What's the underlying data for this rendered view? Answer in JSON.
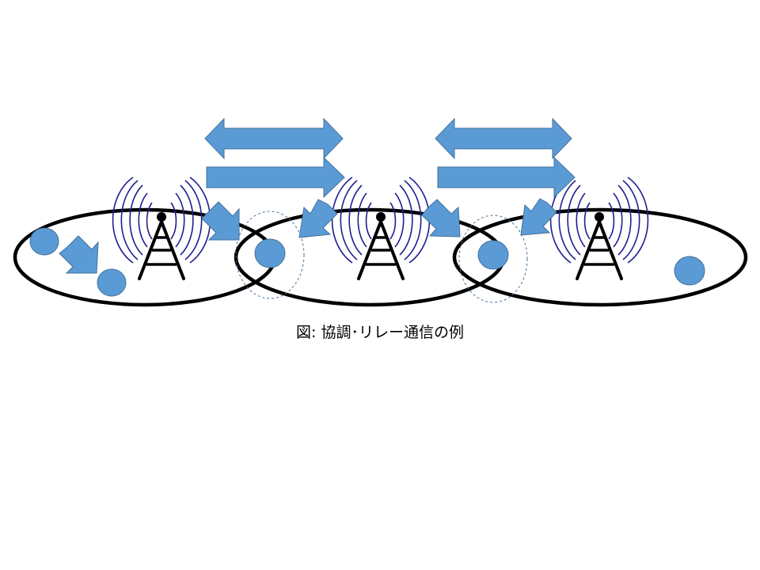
{
  "caption": "図: 協調･リレー通信の例",
  "colors": {
    "background": "#ffffff",
    "cell_outline": "#000000",
    "device_fill": "#5b9bd5",
    "device_stroke": "#41719c",
    "arrow_fill": "#5b9bd5",
    "arrow_stroke": "#41719c",
    "radio_wave": "#1f1f8f",
    "tower": "#000000",
    "relay_zone": "#41719c"
  },
  "diagram": {
    "cells": [
      "cell-1",
      "cell-2",
      "cell-3"
    ],
    "base_stations": [
      "base-station-1",
      "base-station-2",
      "base-station-3"
    ],
    "user_devices": [
      "device-1",
      "device-2",
      "device-3",
      "device-4",
      "device-5"
    ],
    "relay_zones": [
      "relay-zone-1",
      "relay-zone-2"
    ],
    "icons": {
      "base_station": "radio-tower-icon",
      "device": "user-device-icon"
    }
  }
}
